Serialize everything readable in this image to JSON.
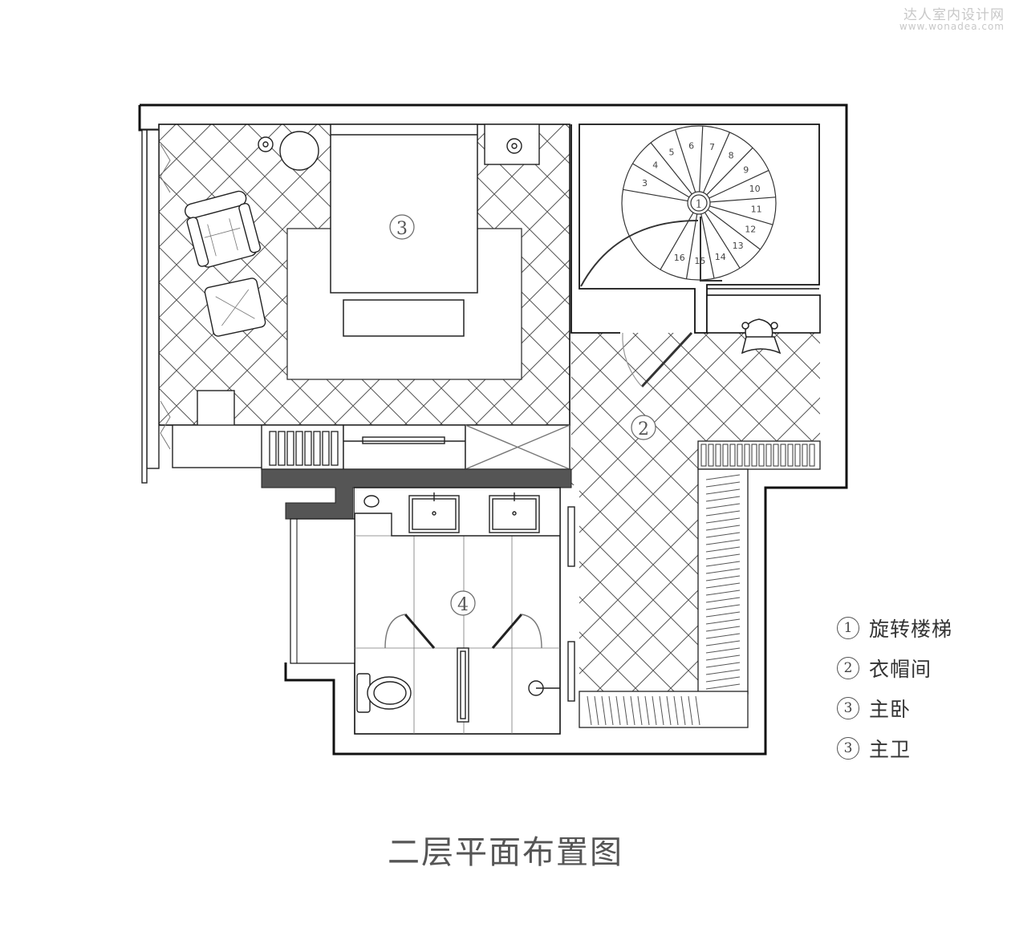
{
  "watermark": {
    "line1": "达人室内设计网",
    "line2": "www.wonadea.com"
  },
  "plan": {
    "room_markers": [
      "3",
      "2",
      "4",
      "1"
    ],
    "stair_steps": [
      "3",
      "4",
      "5",
      "6",
      "7",
      "8",
      "9",
      "10",
      "11",
      "12",
      "13",
      "14",
      "15",
      "16"
    ]
  },
  "legend": [
    {
      "num": "1",
      "label": "旋转楼梯"
    },
    {
      "num": "2",
      "label": "衣帽间"
    },
    {
      "num": "3",
      "label": "主卧"
    },
    {
      "num": "3",
      "label": "主卫"
    }
  ],
  "title": "二层平面布置图"
}
